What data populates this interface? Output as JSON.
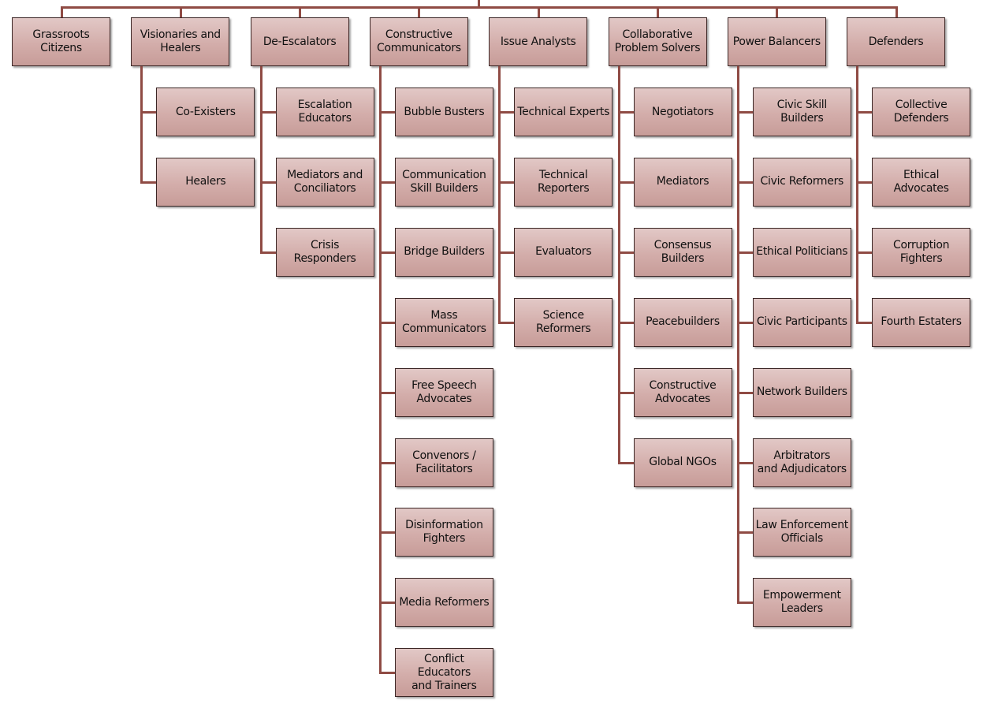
{
  "diagram": {
    "line_color": "#8f4b44",
    "box_color": "#d3adaa",
    "categories": [
      {
        "label": "Grassroots\nCitizens",
        "children": []
      },
      {
        "label": "Visionaries and\nHealers",
        "children": [
          "Co-Existers",
          "Healers"
        ]
      },
      {
        "label": "De-Escalators",
        "children": [
          "Escalation\nEducators",
          "Mediators and\nConciliators",
          "Crisis Responders"
        ]
      },
      {
        "label": "Constructive\nCommunicators",
        "children": [
          "Bubble Busters",
          "Communication\nSkill Builders",
          "Bridge Builders",
          "Mass\nCommunicators",
          "Free Speech\nAdvocates",
          "Convenors /\nFacilitators",
          "Disinformation\nFighters",
          "Media Reformers",
          "Conflict Educators\nand Trainers"
        ]
      },
      {
        "label": "Issue Analysts",
        "children": [
          "Technical Experts",
          "Technical\nReporters",
          "Evaluators",
          "Science Reformers"
        ]
      },
      {
        "label": "Collaborative\nProblem Solvers",
        "children": [
          "Negotiators",
          "Mediators",
          "Consensus\nBuilders",
          "Peacebuilders",
          "Constructive\nAdvocates",
          "Global NGOs"
        ]
      },
      {
        "label": "Power Balancers",
        "children": [
          "Civic Skill Builders",
          "Civic Reformers",
          "Ethical Politicians",
          "Civic Participants",
          "Network Builders",
          "Arbitrators\nand Adjudicators",
          "Law Enforcement\nOfficials",
          "Empowerment\nLeaders"
        ]
      },
      {
        "label": "Defenders",
        "children": [
          "Collective\nDefenders",
          "Ethical Advocates",
          "Corruption\nFighters",
          "Fourth Estaters"
        ]
      }
    ]
  }
}
